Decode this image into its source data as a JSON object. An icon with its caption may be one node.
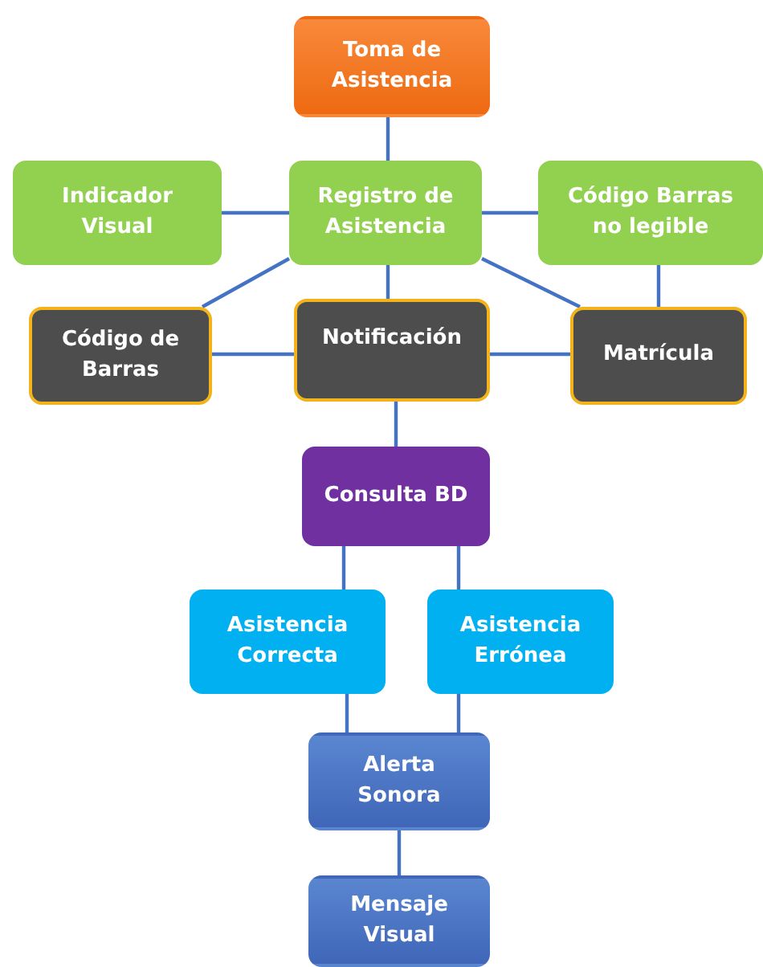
{
  "diagram": {
    "nodes": [
      {
        "text": [
          "Toma de Asistencia"
        ]
      },
      {
        "text": [
          "Indicador Visual"
        ]
      },
      {
        "text": [
          "Registro de Asistencia"
        ]
      },
      {
        "text": [
          "Código Barras no legible"
        ]
      },
      {
        "text": [
          "Código de Barras"
        ]
      },
      {
        "text": [
          "Notificación"
        ]
      },
      {
        "text": [
          "Matrícula"
        ]
      },
      {
        "text": [
          "Consulta BD"
        ]
      },
      {
        "text": [
          "Asistencia Correcta"
        ]
      },
      {
        "text": [
          "Asistencia Errónea"
        ]
      },
      {
        "text": [
          "Alerta Sonora"
        ]
      },
      {
        "text": [
          "Mensaje Visual"
        ]
      }
    ],
    "edges": [
      {
        "from": 0,
        "to": 2,
        "arrow": "none"
      },
      {
        "from": 1,
        "to": 2,
        "arrow": "none"
      },
      {
        "from": 2,
        "to": 3,
        "arrow": "none"
      },
      {
        "from": 2,
        "to": 4,
        "arrow": "none"
      },
      {
        "from": 2,
        "to": 5,
        "arrow": "none"
      },
      {
        "from": 2,
        "to": 6,
        "arrow": "none"
      },
      {
        "from": 3,
        "to": 6,
        "arrow": "none"
      },
      {
        "from": 4,
        "to": 5,
        "arrow": "none"
      },
      {
        "from": 5,
        "to": 6,
        "arrow": "none"
      },
      {
        "from": 5,
        "to": 7,
        "arrow": "none"
      },
      {
        "from": 7,
        "to": 8,
        "arrow": "none"
      },
      {
        "from": 7,
        "to": 9,
        "arrow": "none"
      },
      {
        "from": 8,
        "to": 10,
        "arrow": "none"
      },
      {
        "from": 9,
        "to": 10,
        "arrow": "none"
      },
      {
        "from": 10,
        "to": 11,
        "arrow": "none"
      }
    ]
  }
}
